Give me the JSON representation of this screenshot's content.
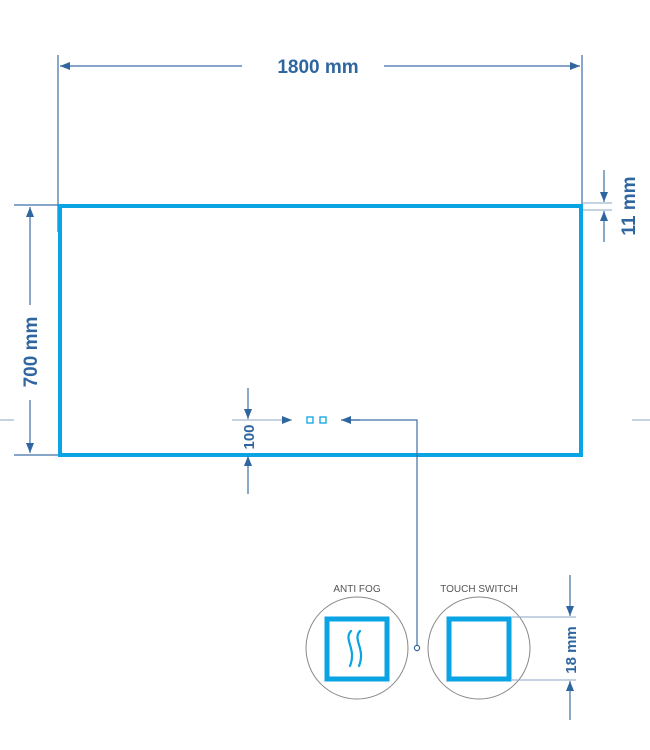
{
  "dimensions": {
    "width": "1800 mm",
    "height": "700 mm",
    "frame": "11 mm",
    "switch_offset": "100",
    "switch_size": "18 mm"
  },
  "switches": {
    "anti_fog_label": "ANTI FOG",
    "touch_switch_label": "TOUCH SWITCH"
  },
  "colors": {
    "frame": "#0aa3e3",
    "dimension": "#2f66a0"
  }
}
